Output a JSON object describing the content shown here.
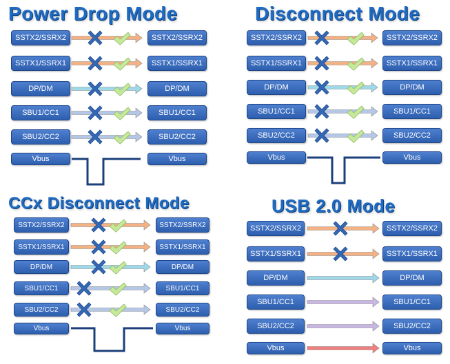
{
  "colors": {
    "title": "#1f6bc4",
    "box_fill": "#3e6fc0",
    "box_border": "#1c4589",
    "arrow_sstx": "#f4b183",
    "arrow_dp": "#9dd9e8",
    "arrow_sbu": "#b4c7e7",
    "arrow_sbu_purple": "#c9b6e4",
    "arrow_vbus": "#f08080",
    "cross": "#3568b5",
    "check": "#c6e89a",
    "vbus_line": "#1b3f7a"
  },
  "panels": [
    {
      "title": "Power Drop Mode",
      "rows": [
        {
          "left": "SSTX2/SSRX2",
          "right": "SSTX2/SSRX2",
          "arrow": "orange",
          "cross": true,
          "check": true
        },
        {
          "left": "SSTX1/SSRX1",
          "right": "SSTX1/SSRX1",
          "arrow": "orange",
          "cross": true,
          "check": true
        },
        {
          "left": "DP/DM",
          "right": "DP/DM",
          "arrow": "cyan",
          "cross": true,
          "check": true
        },
        {
          "left": "SBU1/CC1",
          "right": "SBU1/CC1",
          "arrow": "blue",
          "cross": true,
          "check": true
        },
        {
          "left": "SBU2/CC2",
          "right": "SBU2/CC2",
          "arrow": "blue",
          "cross": true,
          "check": true
        }
      ],
      "vbus": {
        "left": "Vbus",
        "right": "Vbus",
        "mode": "drop"
      }
    },
    {
      "title": "Disconnect Mode",
      "rows": [
        {
          "left": "SSTX2/SSRX2",
          "right": "SSTX2/SSRX2",
          "arrow": "orange",
          "cross": true,
          "check": true
        },
        {
          "left": "SSTX1/SSRX1",
          "right": "SSTX1/SSRX1",
          "arrow": "orange",
          "cross": true,
          "check": true
        },
        {
          "left": "DP/DM",
          "right": "DP/DM",
          "arrow": "cyan",
          "cross": true,
          "check": true
        },
        {
          "left": "SBU1/CC1",
          "right": "SBU1/CC1",
          "arrow": "blue",
          "cross": true,
          "check": true
        },
        {
          "left": "SBU2/CC2",
          "right": "SBU2/CC2",
          "arrow": "blue",
          "cross": true,
          "check": true
        }
      ],
      "vbus": {
        "left": "Vbus",
        "right": "Vbus",
        "mode": "dip"
      }
    },
    {
      "title": "CCx Disconnect Mode",
      "rows": [
        {
          "left": "SSTX2/SSRX2",
          "right": "SSTX2/SSRX2",
          "arrow": "orange",
          "cross": true,
          "check": true
        },
        {
          "left": "SSTX1/SSRX1",
          "right": "SSTX1/SSRX1",
          "arrow": "orange",
          "cross": true,
          "check": true
        },
        {
          "left": "DP/DM",
          "right": "DP/DM",
          "arrow": "cyan",
          "cross": true,
          "check": true
        },
        {
          "left": "SBU1/CC1",
          "right": "SBU1/CC1",
          "arrow": "blue",
          "cross": true,
          "check": true
        },
        {
          "left": "SBU2/CC2",
          "right": "SBU2/CC2",
          "arrow": "blue",
          "cross": true,
          "check": true
        }
      ],
      "vbus": {
        "left": "Vbus",
        "right": "Vbus",
        "mode": "drop"
      }
    },
    {
      "title": "USB 2.0 Mode",
      "rows": [
        {
          "left": "SSTX2/SSRX2",
          "right": "SSTX2/SSRX2",
          "arrow": "orange",
          "cross": true,
          "check": false
        },
        {
          "left": "SSTX1/SSRX1",
          "right": "SSTX1/SSRX1",
          "arrow": "orange",
          "cross": true,
          "check": false
        },
        {
          "left": "DP/DM",
          "right": "DP/DM",
          "arrow": "cyan",
          "cross": false,
          "check": false
        },
        {
          "left": "SBU1/CC1",
          "right": "SBU1/CC1",
          "arrow": "purple",
          "cross": false,
          "check": false
        },
        {
          "left": "SBU2/CC2",
          "right": "SBU2/CC2",
          "arrow": "purple",
          "cross": false,
          "check": false
        }
      ],
      "vbus": {
        "left": "Vbus",
        "right": "Vbus",
        "mode": "arrow"
      }
    }
  ]
}
